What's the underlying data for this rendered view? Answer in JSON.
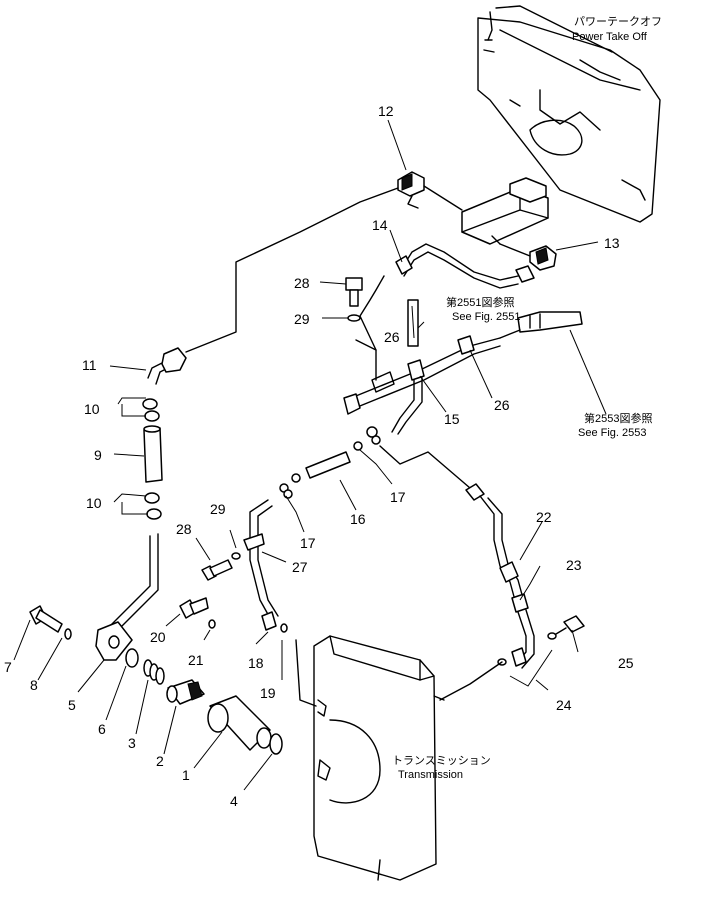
{
  "labels": {
    "pto_jp": "パワーテークオフ",
    "pto_en": "Power Take Off",
    "trans_jp": "トランスミッション",
    "trans_en": "Transmission",
    "ref2551_jp": "第2551図参照",
    "ref2551_en": "See Fig. 2551",
    "ref2553_jp": "第2553図参照",
    "ref2553_en": "See Fig. 2553"
  },
  "callouts": {
    "n1": "1",
    "n2": "2",
    "n3": "3",
    "n4": "4",
    "n5": "5",
    "n6": "6",
    "n7": "7",
    "n8": "8",
    "n9": "9",
    "n10a": "10",
    "n10b": "10",
    "n11": "11",
    "n12": "12",
    "n13": "13",
    "n14": "14",
    "n15": "15",
    "n16": "16",
    "n17a": "17",
    "n17b": "17",
    "n18": "18",
    "n19": "19",
    "n20": "20",
    "n21": "21",
    "n22": "22",
    "n23": "23",
    "n24": "24",
    "n25": "25",
    "n26a": "26",
    "n26b": "26",
    "n27": "27",
    "n28a": "28",
    "n28b": "28",
    "n29a": "29",
    "n29b": "29"
  }
}
